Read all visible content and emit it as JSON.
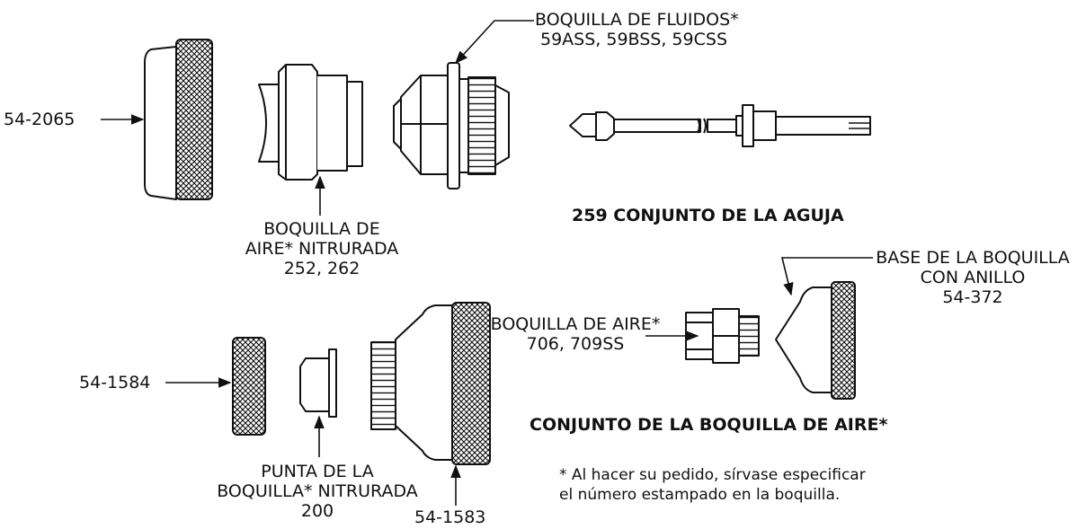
{
  "labels": {
    "retaining_ring_top": "54-2065",
    "fluid_nozzle": {
      "line1": "BOQUILLA DE FLUIDOS*",
      "line2": "59ASS, 59BSS, 59CSS"
    },
    "air_cap_nitrided": {
      "line1": "BOQUILLA DE",
      "line2": "AIRE* NITRURADA",
      "line3": "252, 262"
    },
    "needle_assembly_title": "259 CONJUNTO DE LA AGUJA",
    "nozzle_base": {
      "line1": "BASE DE LA BOQUILLA",
      "line2": "CON ANILLO",
      "line3": "54-372"
    },
    "air_nozzle": {
      "line1": "BOQUILLA DE AIRE*",
      "line2": "706, 709SS"
    },
    "ring_bottom": "54-1584",
    "tip": {
      "line1": "PUNTA DE LA",
      "line2": "BOQUILLA* NITRURADA",
      "line3": "200"
    },
    "adapter": "54-1583",
    "air_nozzle_assembly_title": "CONJUNTO DE LA BOQUILLA DE AIRE*",
    "note": {
      "line1": "* Al hacer su pedido, sírvase especificar",
      "line2": "el número estampado en la boquilla."
    }
  }
}
